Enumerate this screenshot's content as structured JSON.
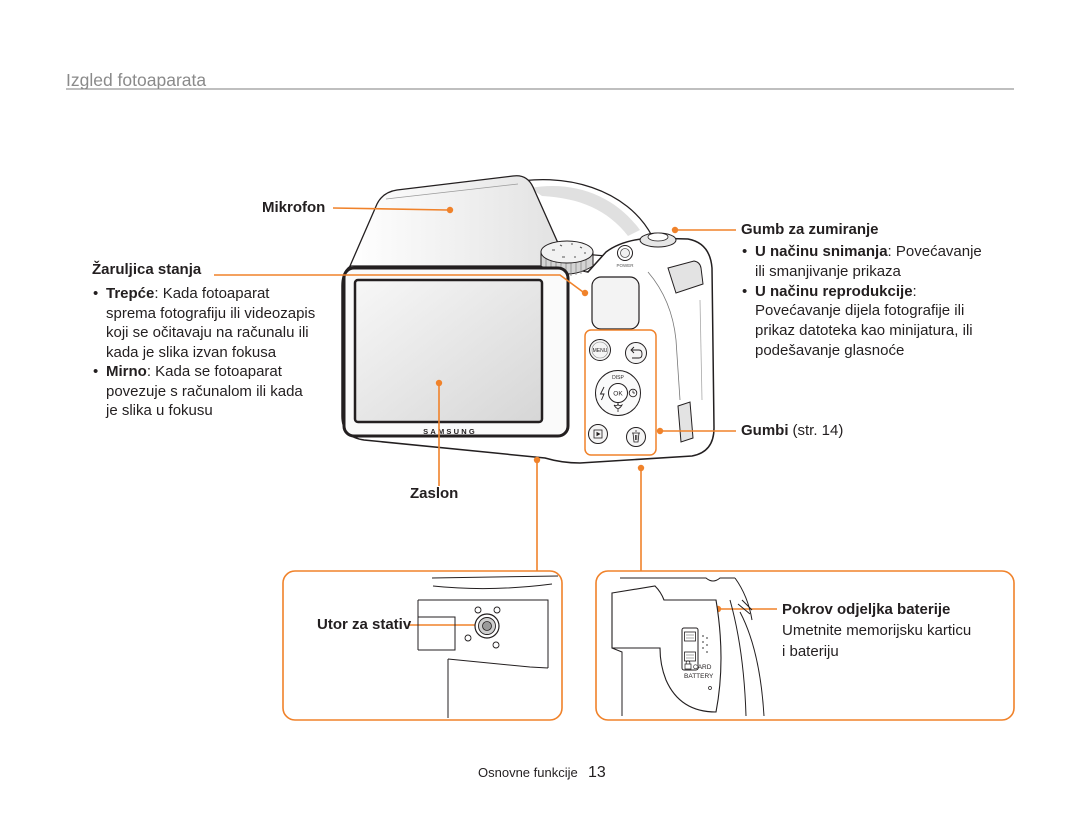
{
  "header": {
    "title": "Izgled fotoaparata"
  },
  "microphone": {
    "label": "Mikrofon"
  },
  "status_lamp": {
    "label": "Žaruljica stanja",
    "items": [
      {
        "term": "Trepće",
        "first": ": Kada fotoaparat",
        "more": [
          "sprema fotografiju ili videozapis",
          "koji se očitavaju na računalu ili",
          "kada je slika izvan fokusa"
        ]
      },
      {
        "term": "Mirno",
        "first": ": Kada se fotoaparat",
        "more": [
          "povezuje s računalom ili kada",
          "je slika u fokusu"
        ]
      }
    ]
  },
  "screen": {
    "label": "Zaslon"
  },
  "zoom_button": {
    "label": "Gumb za zumiranje",
    "items": [
      {
        "term": "U načinu snimanja",
        "first": ": Povećavanje",
        "more": [
          "ili smanjivanje prikaza"
        ]
      },
      {
        "term": "U načinu reprodukcije",
        "first": ":",
        "more": [
          "Povećavanje dijela fotografije ili",
          "prikaz datoteka kao minijatura, ili",
          "podešavanje glasnoće"
        ]
      }
    ]
  },
  "buttons": {
    "label": "Gumbi",
    "reference": "(str. 14)"
  },
  "tripod_mount": {
    "label": "Utor za stativ"
  },
  "battery_cover": {
    "label": "Pokrov odjeljka baterije",
    "description": [
      "Umetnite memorijsku karticu",
      "i bateriju"
    ]
  },
  "camera_markings": {
    "brand": "SAMSUNG",
    "menu": "MENU",
    "disp": "DISP",
    "ok": "OK",
    "power": "POWER",
    "card": "CARD",
    "battery": "BATTERY"
  },
  "icons": {
    "back": "back-arrow-icon",
    "flash": "flash-icon",
    "self_timer": "timer-icon",
    "macro": "macro-icon",
    "playback": "play-icon",
    "delete": "trash-icon",
    "lock": "lock-icon"
  },
  "footer": {
    "section": "Osnovne funkcije",
    "page": "13"
  },
  "colors": {
    "accent": "#f0822a",
    "text": "#231f20",
    "title": "#8a8a8a"
  }
}
